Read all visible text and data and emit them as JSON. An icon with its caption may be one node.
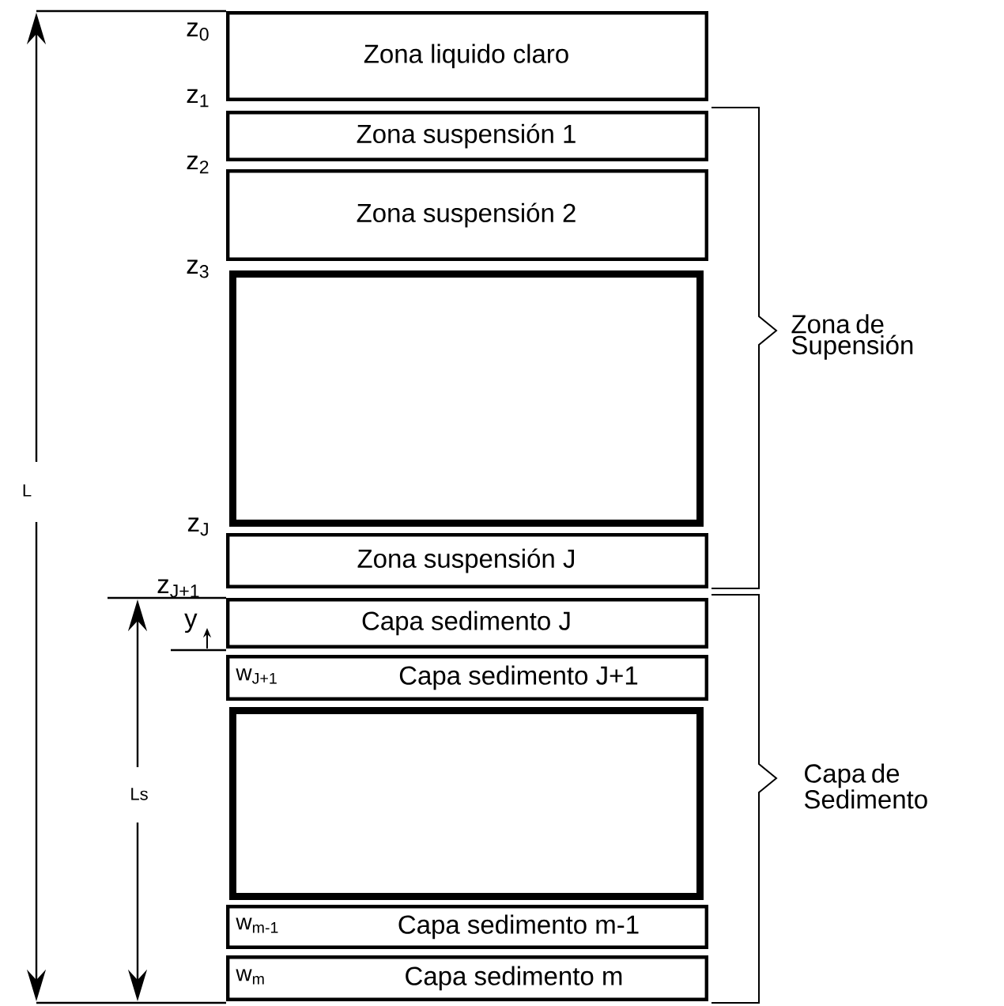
{
  "diagram": {
    "nodes": [
      {
        "text": [
          "Zona liquido claro"
        ]
      },
      {
        "text": [
          "Zona suspensión 1"
        ]
      },
      {
        "text": [
          "Zona suspensión 2"
        ]
      },
      {
        "text": [],
        "shape": "box"
      },
      {
        "text": [
          "Zona suspensión J"
        ]
      },
      {
        "text": [
          "Capa sedimento J"
        ]
      },
      {
        "text": [
          "w$_{J+1}$",
          "Capa sedimento J+1"
        ]
      },
      {
        "text": [],
        "shape": "box"
      },
      {
        "text": [
          "w$_{m-1}$",
          "Capa sedimento m-1"
        ]
      },
      {
        "text": [
          "w$_{m}$",
          "Capa sedimento m"
        ]
      }
    ],
    "labels": [
      "z$_{0}$",
      "z$_{1}$",
      "z$_{2}$",
      "z$_{3}$",
      "L",
      "Zona de Supensión",
      "z$_{J}$",
      "z$_{J+1}$",
      "y",
      "Ls",
      "Capa de Sedimento"
    ]
  }
}
